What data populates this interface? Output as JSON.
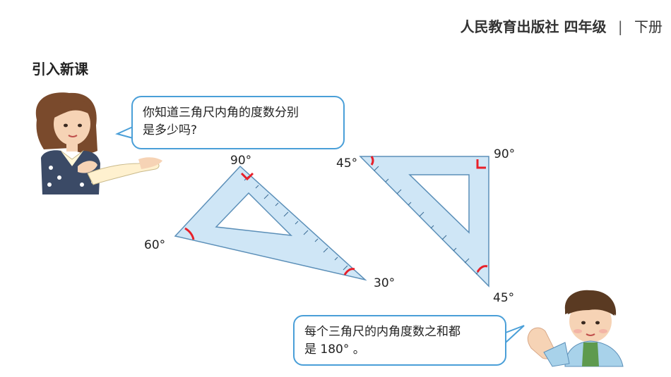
{
  "header": {
    "publisher": "人民教育出版社 四年级",
    "separator": "|",
    "volume": "下册"
  },
  "section_title": "引入新课",
  "bubble_girl": {
    "line1": "你知道三角尺内角的度数分别",
    "line2": "是多少吗?"
  },
  "bubble_boy": {
    "line1": "每个三角尺的内角度数之和都",
    "line2": "是 180° 。"
  },
  "triangle_30_60_90": {
    "angle_top": "90°",
    "angle_left": "60°",
    "angle_right": "30°"
  },
  "triangle_45_45_90": {
    "angle_top_left": "45°",
    "angle_top_right": "90°",
    "angle_bottom": "45°"
  },
  "colors": {
    "ruler_fill": "#cfe6f6",
    "ruler_stroke": "#5b8fb8",
    "angle_mark": "#e8202a",
    "bubble_border": "#4a9fd8"
  }
}
